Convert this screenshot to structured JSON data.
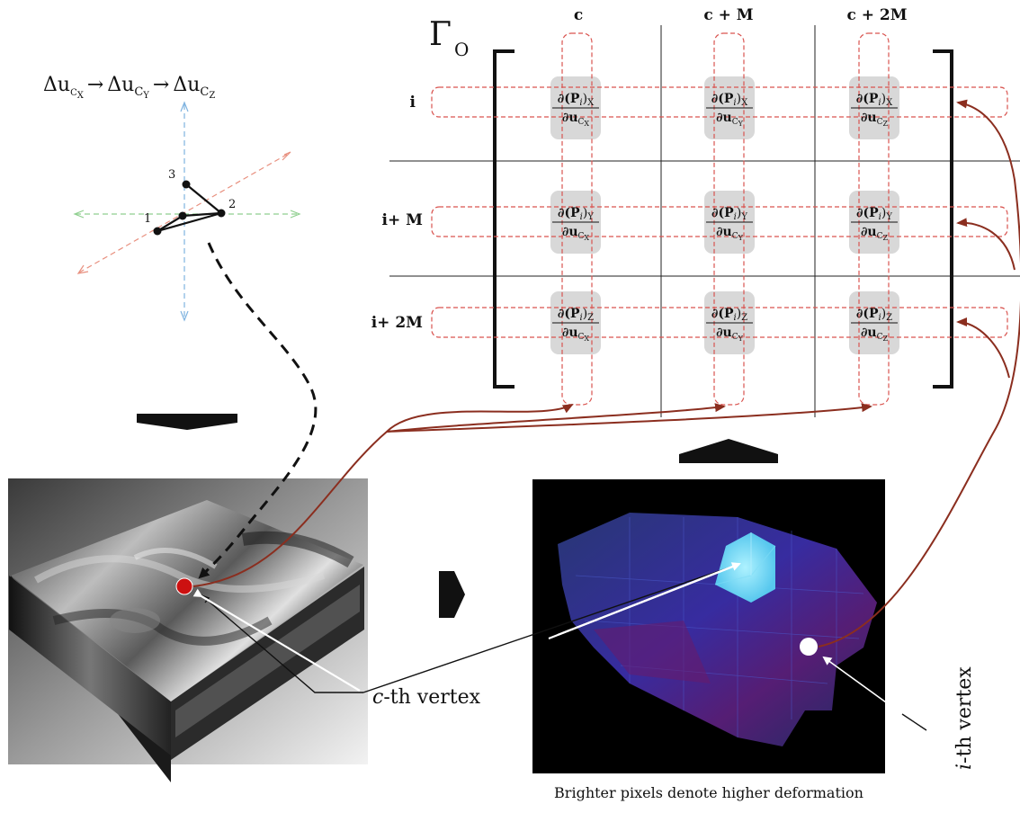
{
  "matrix": {
    "symbol": "Γ",
    "symbol_sub": "O",
    "col_headers": [
      "c",
      "c + M",
      "c + 2M"
    ],
    "row_headers": [
      "i",
      "i+ M",
      "i+ 2M"
    ],
    "components": [
      "X",
      "Y",
      "Z"
    ],
    "cells": [
      [
        {
          "num": "∂(P",
          "num_i": "i",
          "num_close": ")",
          "num_sub": "X",
          "den": "∂u",
          "den_sub": "C",
          "den_subsub": "X"
        },
        {
          "num": "∂(P",
          "num_i": "i",
          "num_close": ")",
          "num_sub": "X",
          "den": "∂u",
          "den_sub": "C",
          "den_subsub": "Y"
        },
        {
          "num": "∂(P",
          "num_i": "i",
          "num_close": ")",
          "num_sub": "X",
          "den": "∂u",
          "den_sub": "C",
          "den_subsub": "Z"
        }
      ],
      [
        {
          "num": "∂(P",
          "num_i": "i",
          "num_close": ")",
          "num_sub": "Y",
          "den": "∂u",
          "den_sub": "C",
          "den_subsub": "X"
        },
        {
          "num": "∂(P",
          "num_i": "i",
          "num_close": ")",
          "num_sub": "Y",
          "den": "∂u",
          "den_sub": "C",
          "den_subsub": "Y"
        },
        {
          "num": "∂(P",
          "num_i": "i",
          "num_close": ")",
          "num_sub": "Y",
          "den": "∂u",
          "den_sub": "C",
          "den_subsub": "Z"
        }
      ],
      [
        {
          "num": "∂(P",
          "num_i": "i",
          "num_close": ")",
          "num_sub": "Z",
          "den": "∂u",
          "den_sub": "C",
          "den_subsub": "X"
        },
        {
          "num": "∂(P",
          "num_i": "i",
          "num_close": ")",
          "num_sub": "Z",
          "den": "∂u",
          "den_sub": "C",
          "den_subsub": "Y"
        },
        {
          "num": "∂(P",
          "num_i": "i",
          "num_close": ")",
          "num_sub": "Z",
          "den": "∂u",
          "den_sub": "C",
          "den_subsub": "Z"
        }
      ]
    ]
  },
  "sequence": {
    "parts": [
      {
        "base": "Δu",
        "sub": "C",
        "subsub": "X"
      },
      {
        "base": "Δu",
        "sub": "C",
        "subsub": "Y"
      },
      {
        "base": "Δu",
        "sub": "C",
        "subsub": "Z"
      }
    ],
    "arrow": "→"
  },
  "vertex_labels": [
    "1",
    "2",
    "3"
  ],
  "annotations": {
    "c_vertex_italic": "c",
    "c_vertex_rest": "-th vertex",
    "i_vertex_italic": "i",
    "i_vertex_rest": "-th vertex",
    "caption": "Brighter pixels denote higher deformation"
  },
  "colors": {
    "dashed_box": "#d9534f",
    "curve": "#8b2e1f",
    "axis_x": "#e8907f",
    "axis_y": "#7fb3e0",
    "axis_z": "#8fcf8f",
    "cell_bg": "#d8d8d8",
    "c_vertex_marker": "#cc1111"
  }
}
